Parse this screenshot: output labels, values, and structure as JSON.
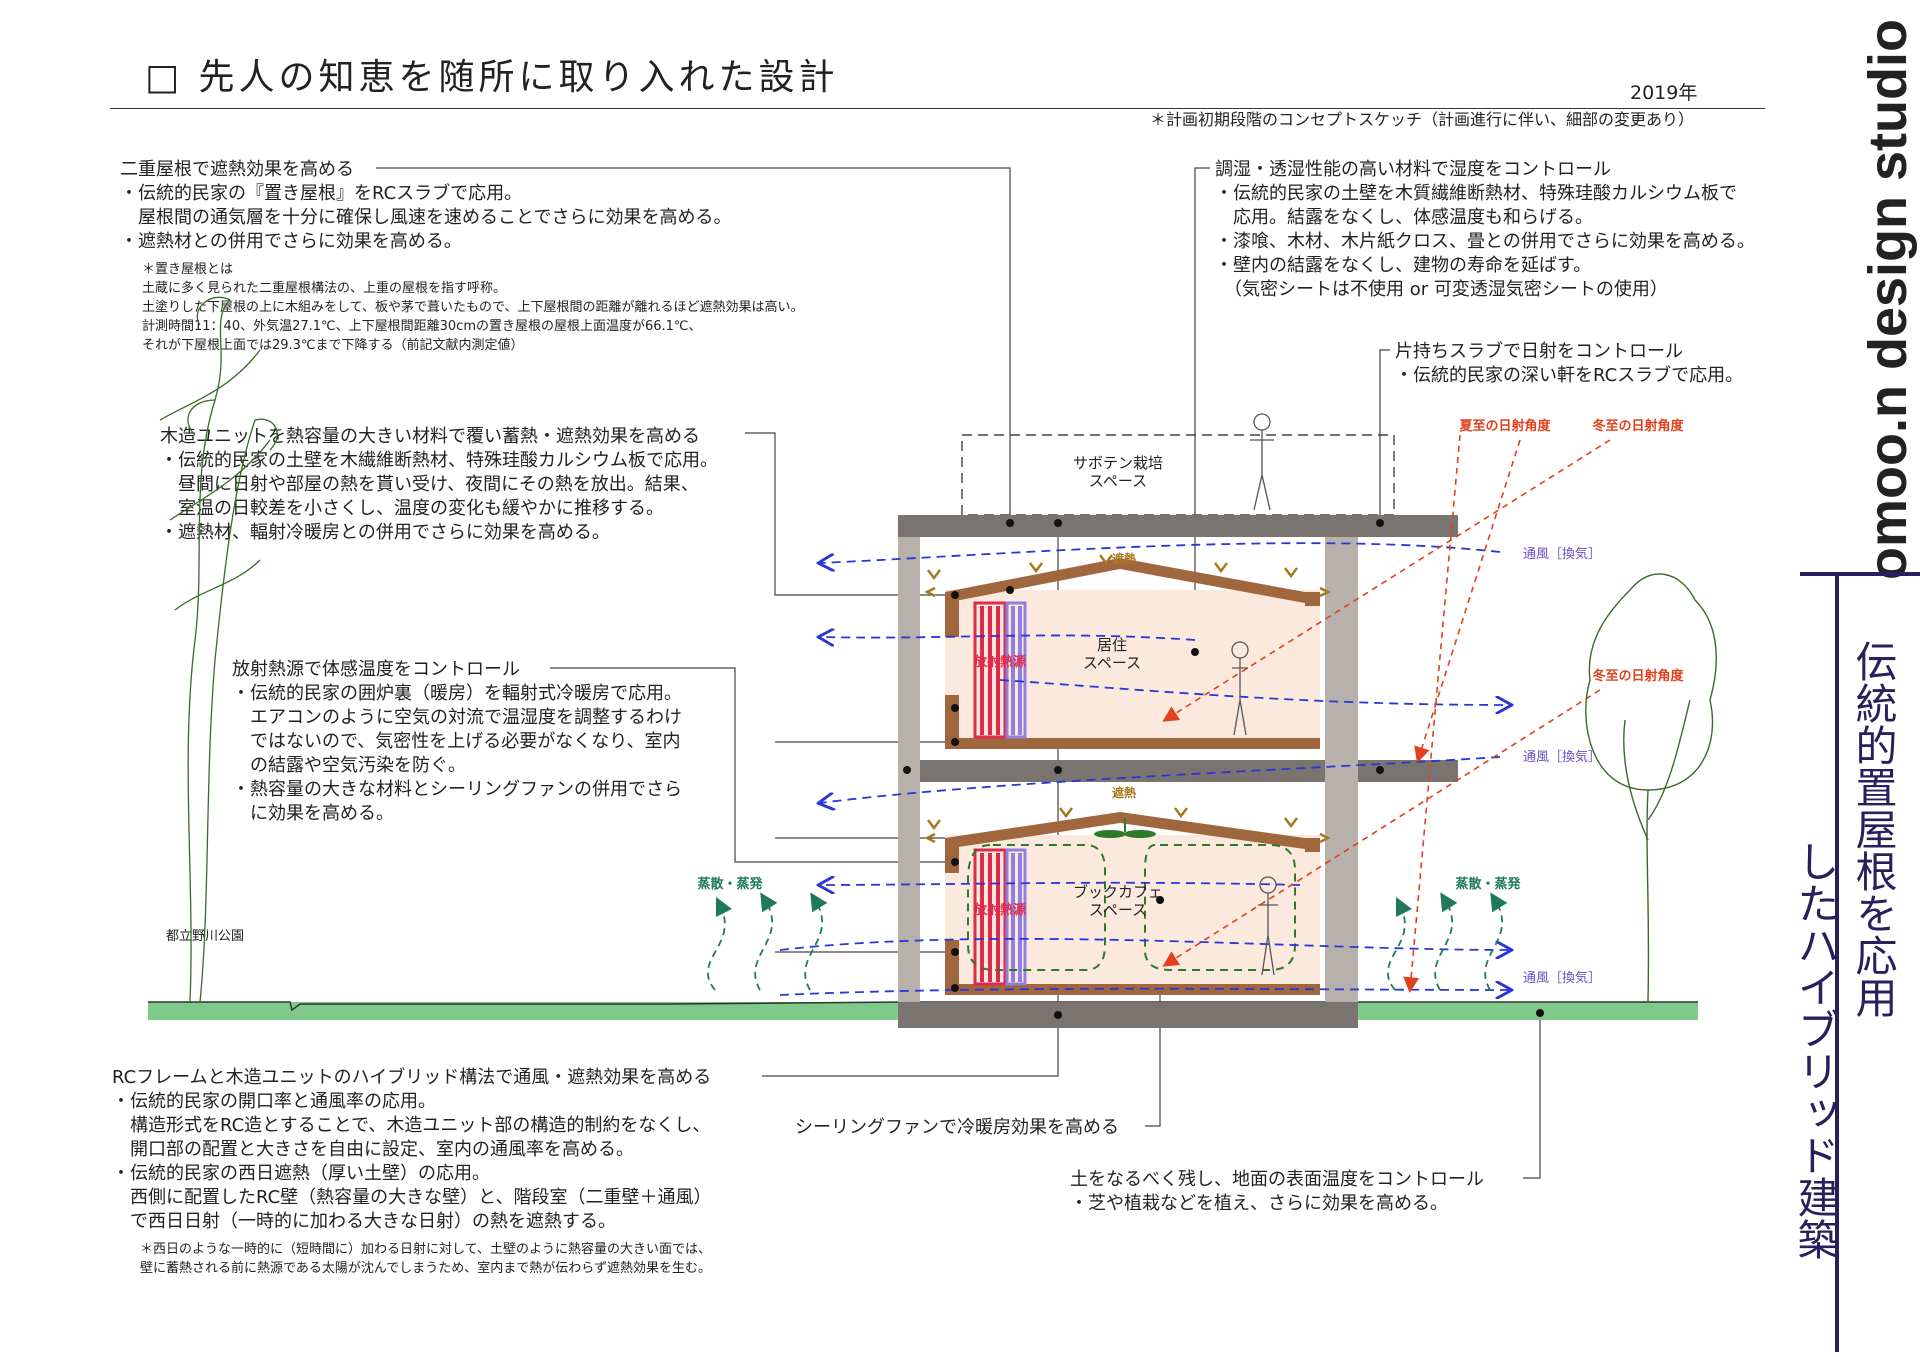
{
  "header": {
    "title": "□ 先人の知恵を随所に取り入れた設計",
    "year": "2019年",
    "note": "＊計画初期段階のコンセプトスケッチ（計画進行に伴い、細部の変更あり）"
  },
  "brand": {
    "name": "omoo.n design studio",
    "vertical_title_col1": "伝統的置屋根を応用",
    "vertical_title_col2": "したハイブリッド建築"
  },
  "annotations": {
    "roof": {
      "heading": "二重屋根で遮熱効果を高める",
      "lines": [
        "・伝統的民家の『置き屋根』をRCスラブで応用。",
        "　屋根間の通気層を十分に確保し風速を速めることでさらに効果を高める。",
        "・遮熱材との併用でさらに効果を高める。"
      ],
      "footnote": [
        "＊置き屋根とは",
        "土蔵に多く見られた二重屋根構法の、上重の屋根を指す呼称。",
        "土塗りした下屋根の上に木組みをして、板や茅で葺いたもので、上下屋根間の距離が離れるほど遮熱効果は高い。",
        "計測時間11：40、外気温27.1℃、上下屋根間距離30cmの置き屋根の屋根上面温度が66.1℃、",
        "それが下屋根上面では29.3℃まで下降する（前記文献内測定値）"
      ]
    },
    "wood_unit": {
      "heading": "木造ユニットを熱容量の大きい材料で覆い蓄熱・遮熱効果を高める",
      "lines": [
        "・伝統的民家の土壁を木繊維断熱材、特殊珪酸カルシウム板で応用。",
        "　昼間に日射や部屋の熱を貰い受け、夜間にその熱を放出。結果、",
        "　室温の日較差を小さくし、温度の変化も緩やかに推移する。",
        "・遮熱材、輻射冷暖房との併用でさらに効果を高める。"
      ]
    },
    "radiant": {
      "heading": "放射熱源で体感温度をコントロール",
      "lines": [
        "・伝統的民家の囲炉裏（暖房）を輻射式冷暖房で応用。",
        "　エアコンのように空気の対流で温湿度を調整するわけ",
        "　ではないので、気密性を上げる必要がなくなり、室内",
        "　の結露や空気汚染を防ぐ。",
        "・熱容量の大きな材料とシーリングファンの併用でさら",
        "　に効果を高める。"
      ]
    },
    "humidity": {
      "heading": "調湿・透湿性能の高い材料で湿度をコントロール",
      "lines": [
        "・伝統的民家の土壁を木質繊維断熱材、特殊珪酸カルシウム板で",
        "　応用。結露をなくし、体感温度も和らげる。",
        "・漆喰、木材、木片紙クロス、畳との併用でさらに効果を高める。",
        "・壁内の結露をなくし、建物の寿命を延ばす。",
        "　（気密シートは不使用 or 可変透湿気密シートの使用）"
      ]
    },
    "cantilever": {
      "heading": "片持ちスラブで日射をコントロール",
      "lines": [
        "・伝統的民家の深い軒をRCスラブで応用。"
      ]
    },
    "rc_frame": {
      "heading": "RCフレームと木造ユニットのハイブリッド構法で通風・遮熱効果を高める",
      "lines": [
        "・伝統的民家の開口率と通風率の応用。",
        "　構造形式をRC造とすることで、木造ユニット部の構造的制約をなくし、",
        "　開口部の配置と大きさを自由に設定、室内の通風率を高める。",
        "・伝統的民家の西日遮熱（厚い土壁）の応用。",
        "　西側に配置したRC壁（熱容量の大きな壁）と、階段室（二重壁＋通風）",
        "　で西日日射（一時的に加わる大きな日射）の熱を遮熱する。"
      ],
      "footnote": [
        "＊西日のような一時的に（短時間に）加わる日射に対して、土壁のように熱容量の大きい面では、",
        "壁に蓄熱される前に熱源である太陽が沈んでしまうため、室内まで熱が伝わらず遮熱効果を生む。"
      ]
    },
    "ceiling_fan": {
      "heading": "シーリングファンで冷暖房効果を高める"
    },
    "ground": {
      "heading": "土をなるべく残し、地面の表面温度をコントロール",
      "lines": [
        "・芝や植栽などを植え、さらに効果を高める。"
      ]
    }
  },
  "diagram_labels": {
    "cactus": "サボテン栽培\nスペース",
    "living": "居住\nスペース",
    "bookcafe": "ブックカフェ\nスペース",
    "radiant_source_1": "放射熱源",
    "radiant_source_2": "放射熱源",
    "shield_1": "遮熱",
    "shield_2": "遮熱",
    "summer_sun": "夏至の日射角度",
    "winter_sun_1": "冬至の日射角度",
    "winter_sun_2": "冬至の日射角度",
    "vent_1": "通風［換気］",
    "vent_2": "通風［換気］",
    "vent_3": "通風［換気］",
    "evap_left": "蒸散・蒸発",
    "evap_right": "蒸散・蒸発",
    "park": "都立野川公園"
  },
  "colors": {
    "concrete": "#7a7470",
    "wall": "#b8b0aa",
    "wood": "#a0663d",
    "interior": "#fce9de",
    "ground": "#7fc98a",
    "airflow": "#2a36d8",
    "sun": "#e0401c",
    "evap": "#1e7a5a",
    "radiant": "#e0294b",
    "radiant_alt": "#8f7fe0",
    "heat_shield": "#a8781e",
    "green_loop": "#2f7a2a",
    "purple_label": "#6c4fc8"
  }
}
